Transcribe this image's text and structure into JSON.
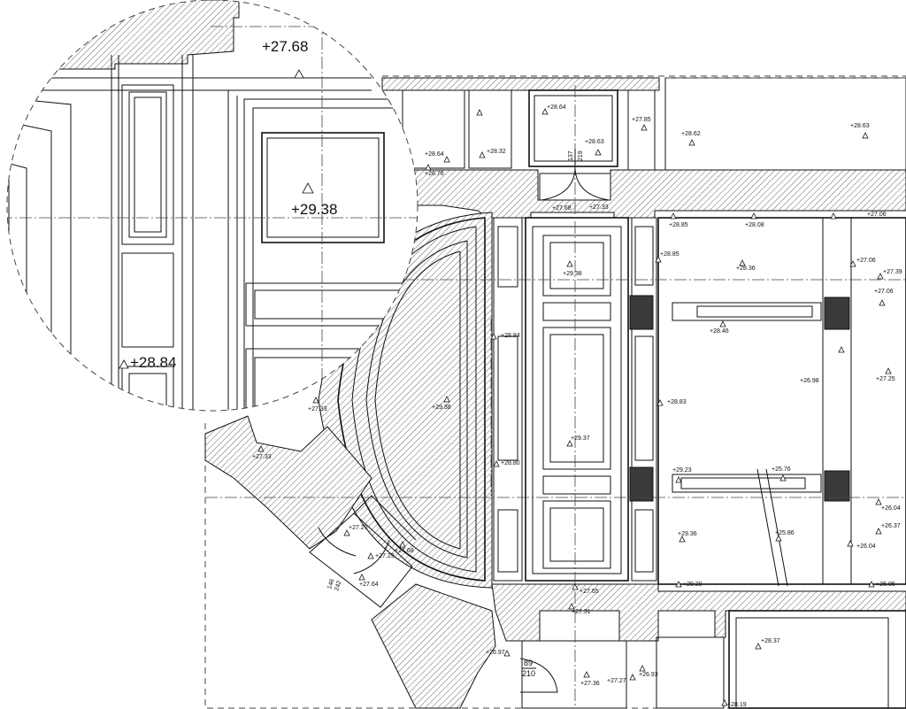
{
  "magnifier": {
    "labels": [
      {
        "id": "m1",
        "text": "+27.68"
      },
      {
        "id": "m2",
        "text": "+29.38"
      },
      {
        "id": "m3",
        "text": "+28.84"
      }
    ]
  },
  "plan": {
    "elevations": [
      {
        "id": "e1",
        "text": "+28.64"
      },
      {
        "id": "e2",
        "text": "+27.85"
      },
      {
        "id": "e3",
        "text": "+28.62"
      },
      {
        "id": "e4",
        "text": "+28.63"
      },
      {
        "id": "e5",
        "text": "+28.64"
      },
      {
        "id": "e6",
        "text": "+28.32"
      },
      {
        "id": "e7",
        "text": "+28.63"
      },
      {
        "id": "e8",
        "text": "+26.76"
      },
      {
        "id": "e9",
        "text": "+27.68"
      },
      {
        "id": "e10",
        "text": "+27.33"
      },
      {
        "id": "e11",
        "text": "+27.06"
      },
      {
        "id": "e12",
        "text": "+28.85"
      },
      {
        "id": "e13",
        "text": "+28.08"
      },
      {
        "id": "e14",
        "text": "+28.85"
      },
      {
        "id": "e15",
        "text": "+28.36"
      },
      {
        "id": "e16",
        "text": "+27.06"
      },
      {
        "id": "e17",
        "text": "+27.39"
      },
      {
        "id": "e18",
        "text": "+29.38"
      },
      {
        "id": "e19",
        "text": "+27.06"
      },
      {
        "id": "e20",
        "text": "+28.46"
      },
      {
        "id": "e21",
        "text": "+28.84"
      },
      {
        "id": "e22",
        "text": "+26.98"
      },
      {
        "id": "e23",
        "text": "+27.25"
      },
      {
        "id": "e24",
        "text": "+28.83"
      },
      {
        "id": "e25",
        "text": "+27.33"
      },
      {
        "id": "e26",
        "text": "+29.38"
      },
      {
        "id": "e27",
        "text": "+29.37"
      },
      {
        "id": "e28",
        "text": "+27.33"
      },
      {
        "id": "e29",
        "text": "+28.80"
      },
      {
        "id": "e30",
        "text": "+29.23"
      },
      {
        "id": "e31",
        "text": "+25.76"
      },
      {
        "id": "e32",
        "text": "+26.04"
      },
      {
        "id": "e33",
        "text": "+27.27"
      },
      {
        "id": "e34",
        "text": "+29.36"
      },
      {
        "id": "e35",
        "text": "+25.86"
      },
      {
        "id": "e36",
        "text": "+26.37"
      },
      {
        "id": "e37",
        "text": "+27.29"
      },
      {
        "id": "e38",
        "text": "+27.68"
      },
      {
        "id": "e39",
        "text": "+26.04"
      },
      {
        "id": "e40",
        "text": "+27.64"
      },
      {
        "id": "e41",
        "text": "+29.20"
      },
      {
        "id": "e42",
        "text": "+26.05"
      },
      {
        "id": "e43",
        "text": "+27.65"
      },
      {
        "id": "e44",
        "text": "+27.31"
      },
      {
        "id": "e45",
        "text": "+28.37"
      },
      {
        "id": "e46",
        "text": "+26.97"
      },
      {
        "id": "e47",
        "text": "+27.36"
      },
      {
        "id": "e48",
        "text": "+27.27"
      },
      {
        "id": "e49",
        "text": "+26.93"
      },
      {
        "id": "e50",
        "text": "+28.19"
      }
    ],
    "door_dimensions": [
      {
        "id": "d1",
        "text": "137"
      },
      {
        "id": "d2",
        "text": "219"
      },
      {
        "id": "d3",
        "text": "146"
      },
      {
        "id": "d4",
        "text": "242"
      },
      {
        "id": "d5",
        "text": "89"
      },
      {
        "id": "d6",
        "text": "210"
      }
    ]
  }
}
